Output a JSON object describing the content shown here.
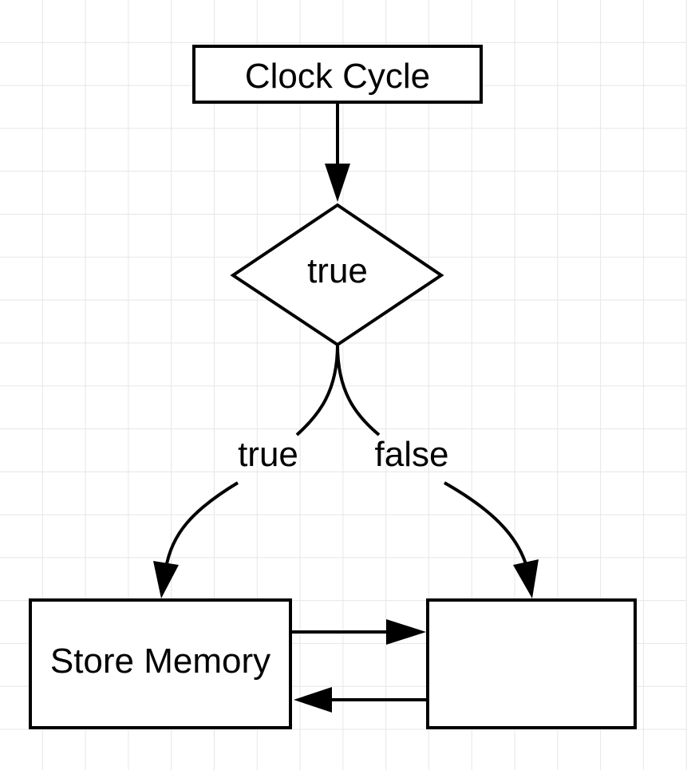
{
  "nodes": {
    "clock": {
      "label": "Clock Cycle"
    },
    "decision": {
      "label": "true"
    },
    "store": {
      "label": "Store Memory"
    },
    "other": {
      "label": ""
    }
  },
  "edges": {
    "true_branch": {
      "label": "true"
    },
    "false_branch": {
      "label": "false"
    }
  },
  "colors": {
    "stroke": "#000000",
    "fill": "#ffffff",
    "grid": "#e6e6e6"
  }
}
